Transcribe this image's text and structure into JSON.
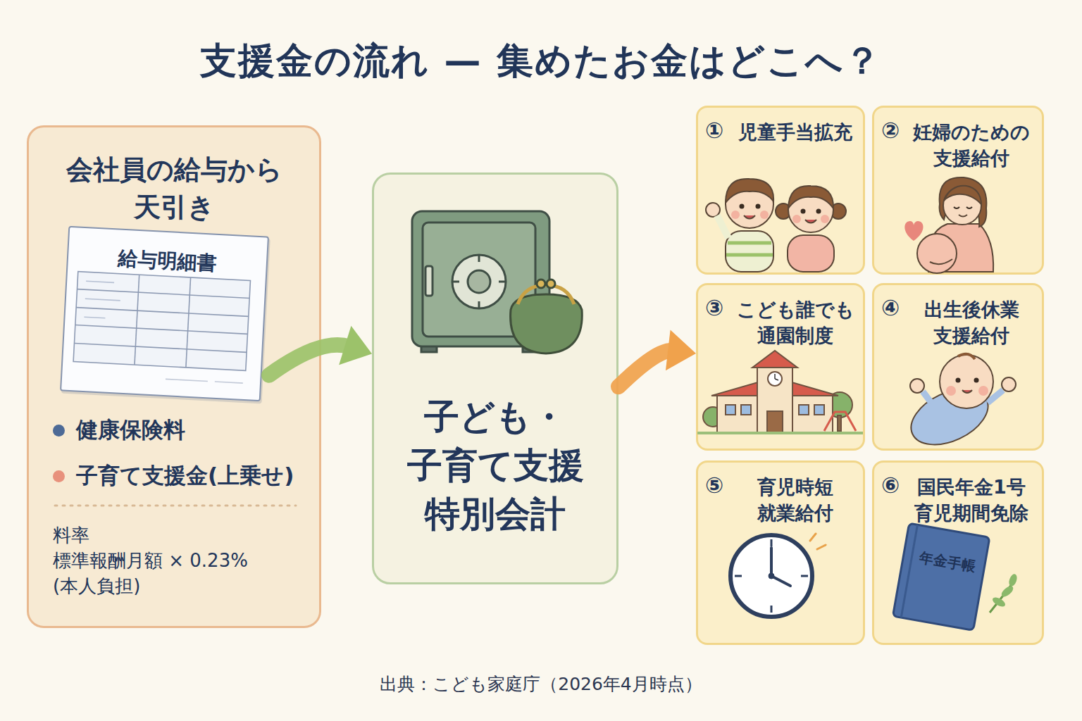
{
  "diagram": {
    "title": "支援金の流れ — 集めたお金はどこへ？",
    "caption": "出典：こども家庭庁（2026年4月時点）",
    "nodes": [
      {
        "text": [
          "会社員の給与から 天引き",
          "料率",
          "標準報酬月額 × 0.23% (本人負担)"
        ]
      },
      {
        "text": [
          "給与明細書"
        ],
        "in": 0
      },
      {
        "text": [
          "子ども・ 子育て支援 特別会計"
        ]
      },
      {
        "text": [
          "①",
          "児童手当拡充"
        ]
      },
      {
        "text": [
          "②",
          "妊婦のための 支援給付"
        ]
      },
      {
        "text": [
          "③",
          "こども誰でも 通園制度"
        ]
      },
      {
        "text": [
          "④",
          "出生後休業 支援給付"
        ]
      },
      {
        "text": [
          "⑤",
          "育児時短 就業給付"
        ]
      },
      {
        "text": [
          "⑥",
          "国民年金1号 育児期間免除"
        ]
      }
    ],
    "edges": [
      {
        "from": 1,
        "to": 2,
        "arrow": "to"
      },
      {
        "from": 2,
        "to": 5,
        "arrow": "to"
      }
    ],
    "labels": [
      "年金手帳"
    ],
    "legend": [
      {
        "text": "健康保険料",
        "color": "#4d6a96"
      },
      {
        "text": "子育て支援金(上乗せ)",
        "color": "#e8917c"
      }
    ]
  }
}
